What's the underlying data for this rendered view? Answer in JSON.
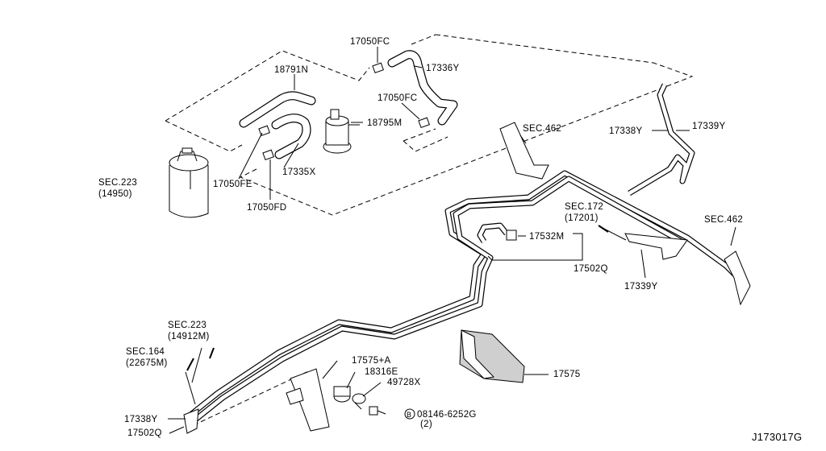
{
  "diagram_id": "J173017G",
  "labels": {
    "p17050fc_top": "17050FC",
    "p17336y": "17336Y",
    "p18791n": "18791N",
    "p17050fc_mid": "17050FC",
    "p18795m": "18795M",
    "sec223_a": "SEC.223",
    "p14950": "(14950)",
    "p17050fe": "17050FE",
    "p17335x": "17335X",
    "p17050fd": "17050FD",
    "sec462_a": "SEC.462",
    "p17338y_r": "17338Y",
    "p17339y_r": "17339Y",
    "sec172": "SEC.172",
    "p17201": "(17201)",
    "sec462_b": "SEC.462",
    "p17532m": "17532M",
    "p17502q_mid": "17502Q",
    "p17339y_low": "17339Y",
    "sec223_b": "SEC.223",
    "p14912m": "(14912M)",
    "sec164": "SEC.164",
    "p22675m": "(22675M)",
    "p17575a": "17575+A",
    "p18316e": "18316E",
    "p49728x": "49728X",
    "p17575": "17575",
    "bolt_b": "B",
    "p08146": "08146-6252G",
    "p_qty2": "(2)",
    "p17338y_l": "17338Y",
    "p17502q_l": "17502Q"
  }
}
